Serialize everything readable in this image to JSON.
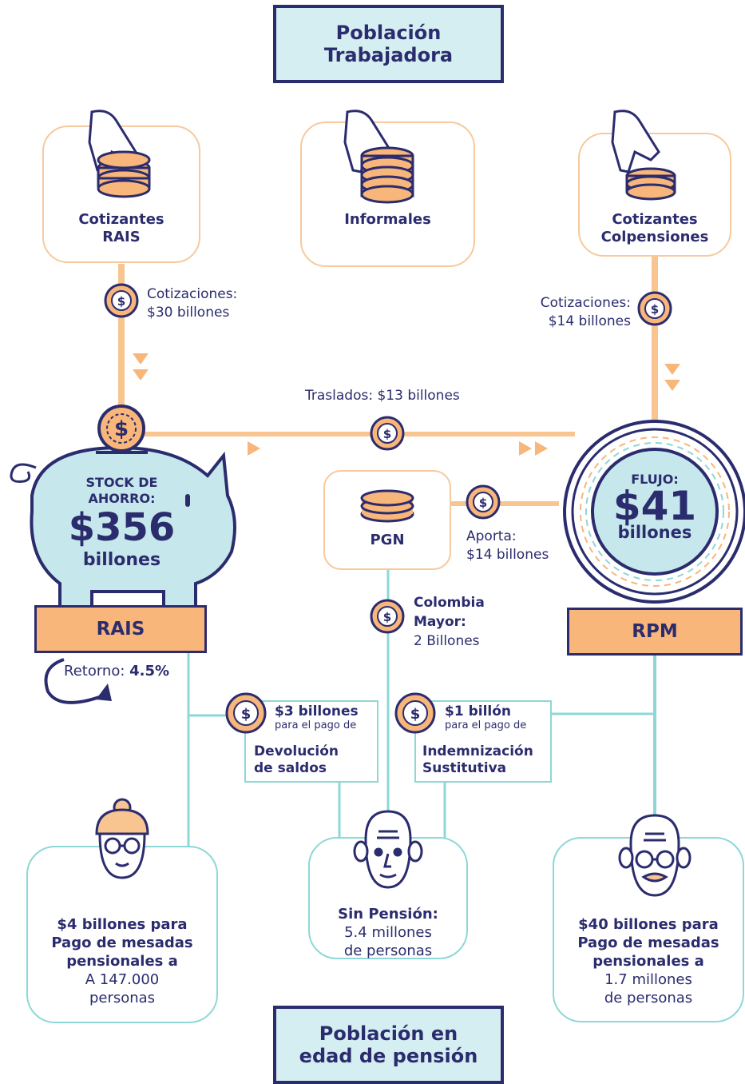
{
  "titles": {
    "top_line1": "Población",
    "top_line2": "Trabajadora",
    "bottom_line1": "Población en",
    "bottom_line2": "edad de pensión"
  },
  "sources": {
    "rais_line1": "Cotizantes",
    "rais_line2": "RAIS",
    "informales": "Informales",
    "colp_line1": "Cotizantes",
    "colp_line2": "Colpensiones"
  },
  "flows": {
    "cot_rais_label": "Cotizaciones:",
    "cot_rais_value": "$30 billones",
    "cot_colp_label": "Cotizaciones:",
    "cot_colp_value": "$14 billones",
    "traslados": "Traslados: $13 billones",
    "aporta_label": "Aporta:",
    "aporta_value": "$14 billones",
    "colombia_mayor_1": "Colombia",
    "colombia_mayor_2": "Mayor:",
    "colombia_mayor_3": "2 Billones"
  },
  "piggy": {
    "line1": "STOCK DE",
    "line2": "AHORRO:",
    "amount": "$356",
    "unit": "billones"
  },
  "rpm_coin": {
    "label": "FLUJO:",
    "amount": "$41",
    "unit": "billones"
  },
  "pgn": "PGN",
  "bars": {
    "rais": "RAIS",
    "rpm": "RPM"
  },
  "retorno": {
    "label": "Retorno:",
    "value": "4.5%"
  },
  "payments": {
    "dev_amount": "$3 billones",
    "dev_sub": "para el pago de",
    "dev_line1": "Devolución",
    "dev_line2": "de saldos",
    "ind_amount": "$1 billón",
    "ind_sub": "para el pago de",
    "ind_line1": "Indemnización",
    "ind_line2": "Sustitutiva"
  },
  "outcomes": {
    "rais_b1": "$4 billones para",
    "rais_b2": "Pago de mesadas",
    "rais_b3": "pensionales a",
    "rais_n1": "A 147.000",
    "rais_n2": "personas",
    "sin_b1": "Sin Pensión:",
    "sin_n1": "5.4 millones",
    "sin_n2": "de personas",
    "rpm_b1": "$40 billones para",
    "rpm_b2": "Pago de mesadas",
    "rpm_b3": "pensionales a",
    "rpm_n1": "1.7 millones",
    "rpm_n2": "de personas"
  },
  "colors": {
    "navy": "#2b2c6e",
    "orange": "#f8b67a",
    "light_orange": "#f7c99e",
    "teal": "#8dd8d6",
    "light_blue": "#d5eef1"
  },
  "icons": [
    "hand-coins-icon",
    "coin-stack-icon",
    "dollar-coin-icon",
    "piggy-bank-icon",
    "elder-woman-icon",
    "elder-man-icon",
    "arrow-down-icon",
    "arrow-right-icon",
    "return-arrow-icon"
  ]
}
